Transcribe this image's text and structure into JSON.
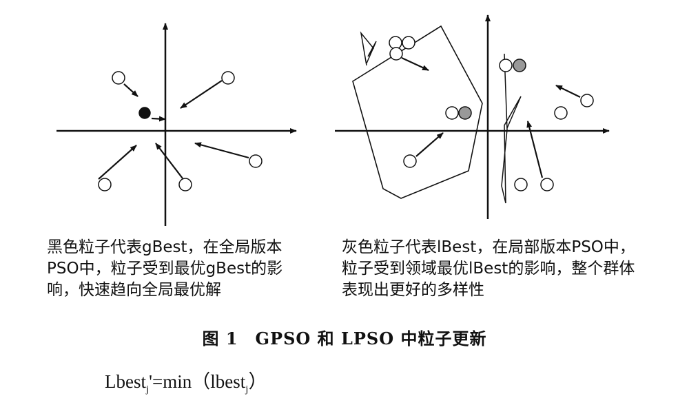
{
  "left_caption": "黑色粒子代表gBest，在全局版本PSO中，粒子受到最优gBest的影响，快速趋向全局最优解",
  "right_caption": "灰色粒子代表lBest，在局部版本PSO中，粒子受到领域最优lBest的影响，整个群体表现出更好的多样性",
  "figure_title": "图 1　GPSO 和 LPSO 中粒子更新",
  "formula": {
    "lhs": "Lbest",
    "lhs_sub": "j",
    "middle": "'=min（lbest",
    "rhs_sub": "j",
    "close": "）"
  },
  "colors": {
    "ink": "#111111",
    "gbest_fill": "#111111",
    "lbest_fill": "#999999",
    "particle_fill": "#ffffff"
  }
}
